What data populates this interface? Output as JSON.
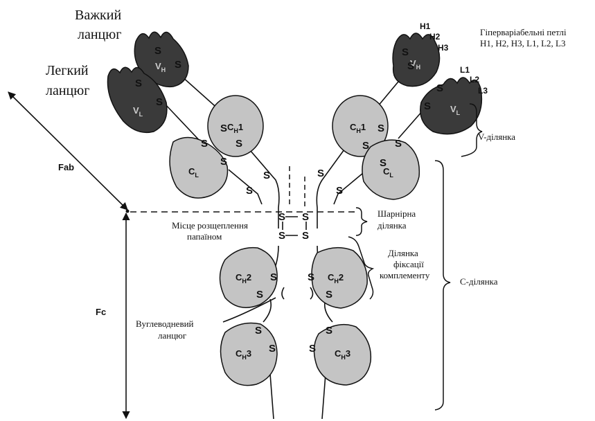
{
  "labels": {
    "heavy_chain": [
      "Важкий",
      "ланцюг"
    ],
    "light_chain": [
      "Легкий",
      "ланцюг"
    ],
    "hypervariable": [
      "Гіперваріабельні петлі",
      "H1, H2, H3, L1, L2, L3"
    ],
    "v_region": "V-ділянка",
    "c_region": "С-ділянка",
    "fab": "Fab",
    "fc": "Fc",
    "hinge": [
      "Шарнірна",
      "ділянка"
    ],
    "papain": [
      "Місце розщеплення",
      "папаїном"
    ],
    "complement": [
      "Ділянка",
      "фіксації",
      "комплементу"
    ],
    "carbohydrate": [
      "Вуглеводневий",
      "ланцюг"
    ]
  },
  "loops_heavy": [
    "H1",
    "H2",
    "H3"
  ],
  "loops_light": [
    "L1",
    "L2",
    "L3"
  ],
  "domains": {
    "vh": {
      "main": "V",
      "sub": "H"
    },
    "vl": {
      "main": "V",
      "sub": "L"
    },
    "ch1": {
      "main": "C",
      "sub": "H",
      "num": "1"
    },
    "cl": {
      "main": "C",
      "sub": "L"
    },
    "ch2": {
      "main": "C",
      "sub": "H",
      "num": "2"
    },
    "ch3": {
      "main": "C",
      "sub": "H",
      "num": "3"
    }
  },
  "disulfide": "S",
  "colors": {
    "dark_domain": "#3a3a3a",
    "light_domain": "#c4c4c4",
    "line": "#111111"
  }
}
